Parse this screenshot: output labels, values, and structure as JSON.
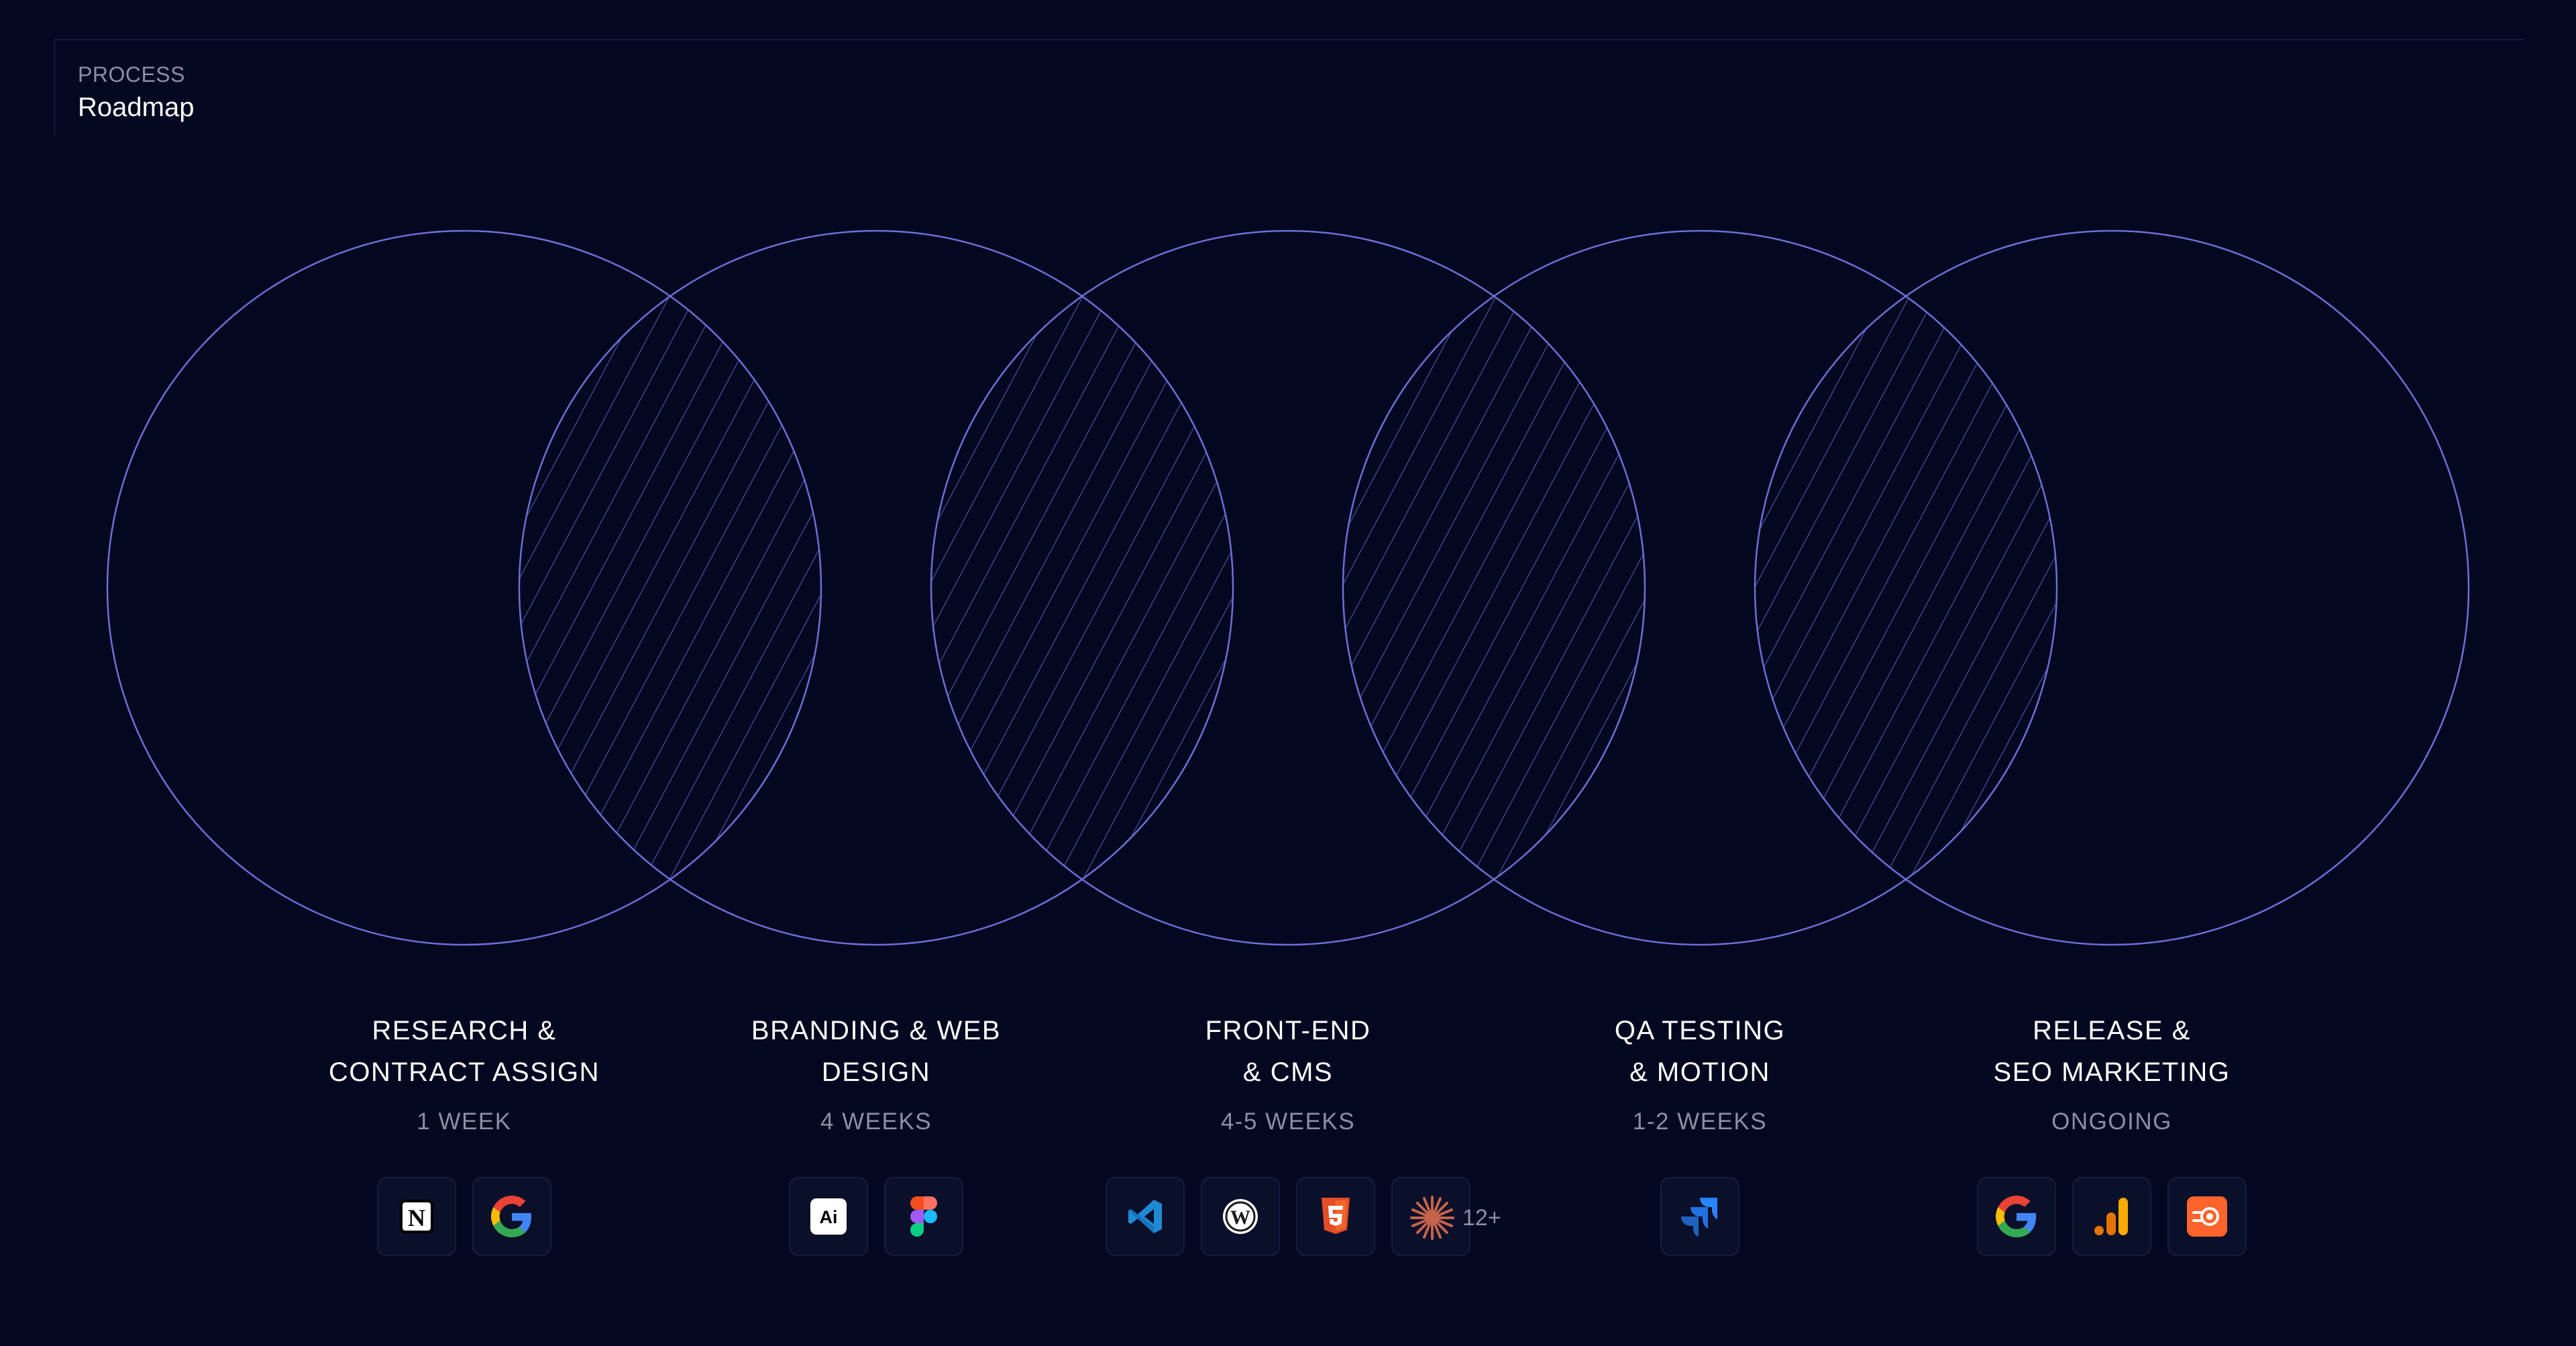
{
  "header": {
    "eyebrow": "PROCESS",
    "title": "Roadmap"
  },
  "colors": {
    "background": "#03071f",
    "circle_stroke": "#6a70d8",
    "hatch": "#5a60c0",
    "tile_bg": "#0a0f2a",
    "muted_text": "#8a8fa3"
  },
  "steps": [
    {
      "title": "RESEARCH &\nCONTRACT ASSIGN",
      "duration": "1 WEEK",
      "icons": [
        "notion-icon",
        "google-icon"
      ]
    },
    {
      "title": "BRANDING & WEB\nDESIGN",
      "duration": "4 WEEKS",
      "icons": [
        "adobe-illustrator-icon",
        "figma-icon"
      ]
    },
    {
      "title": "FRONT-END\n& CMS",
      "duration": "4-5 WEEKS",
      "icons": [
        "vscode-icon",
        "wordpress-icon",
        "html5-icon",
        "claude-icon"
      ],
      "more_count": "12+"
    },
    {
      "title": "QA TESTING\n& MOTION",
      "duration": "1-2 WEEKS",
      "icons": [
        "jira-icon"
      ]
    },
    {
      "title": "RELEASE &\nSEO MARKETING",
      "duration": "ONGOING",
      "icons": [
        "google-icon",
        "google-analytics-icon",
        "semrush-icon"
      ]
    }
  ]
}
